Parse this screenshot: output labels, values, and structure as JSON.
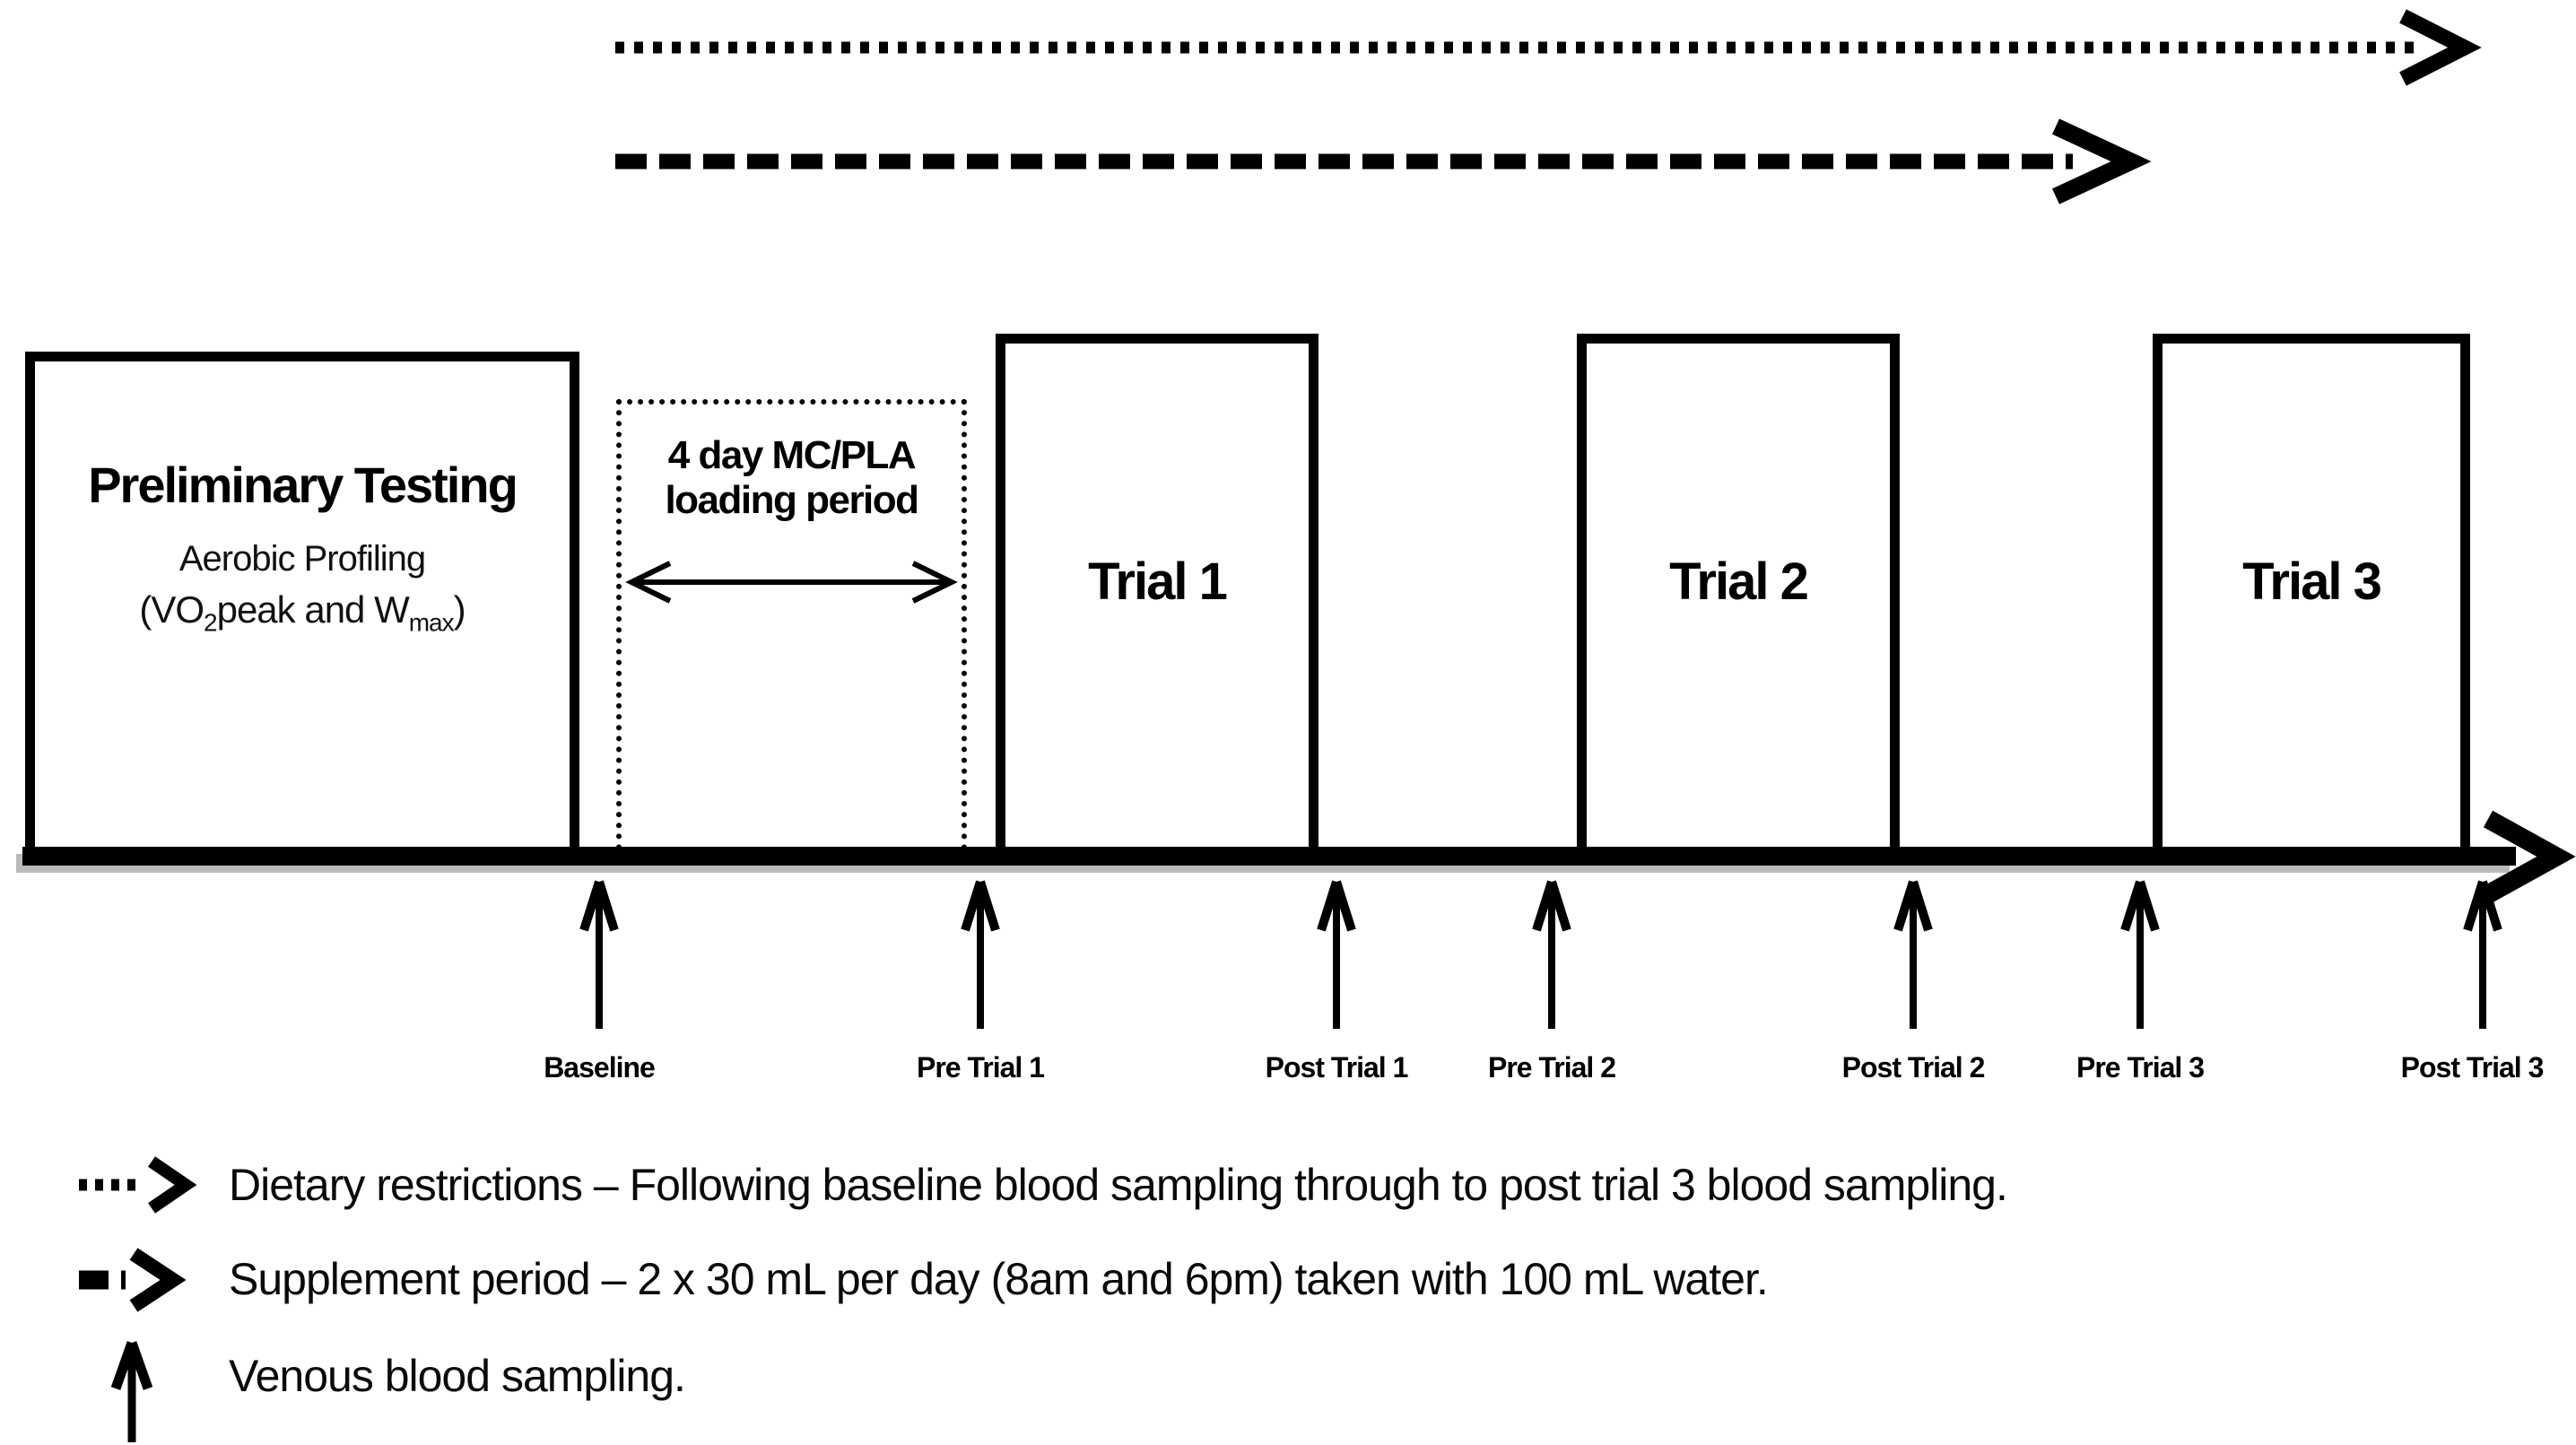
{
  "figure": {
    "background": "#ffffff",
    "ink": "#000000",
    "shadow_gray": "#9e9e9e"
  },
  "boxes": {
    "preliminary": {
      "title": "Preliminary Testing",
      "subtitle": "Aerobic Profiling",
      "metric_prefix": "(VO",
      "metric_sub_1": "2",
      "metric_mid": "peak and W",
      "metric_sub_2": "max",
      "metric_suffix": ")"
    },
    "loading_period": {
      "line1": "4 day MC/PLA",
      "line2": "loading period"
    },
    "trials": [
      {
        "label": "Trial 1"
      },
      {
        "label": "Trial 2"
      },
      {
        "label": "Trial 3"
      }
    ]
  },
  "timeline": {
    "ticks": [
      {
        "label": "Baseline"
      },
      {
        "label": "Pre Trial 1"
      },
      {
        "label": "Post Trial 1"
      },
      {
        "label": "Pre Trial 2"
      },
      {
        "label": "Post Trial 2"
      },
      {
        "label": "Pre Trial 3"
      },
      {
        "label": "Post Trial 3"
      }
    ]
  },
  "legend": {
    "items": [
      {
        "icon": "dotted-arrow-icon",
        "text": "Dietary restrictions – Following baseline blood sampling through to post trial 3 blood sampling."
      },
      {
        "icon": "dashed-arrow-icon",
        "text": "Supplement period – 2 x 30 mL per day (8am and 6pm) taken with 100 mL water."
      },
      {
        "icon": "up-arrow-icon",
        "text": "Venous blood sampling."
      }
    ]
  }
}
